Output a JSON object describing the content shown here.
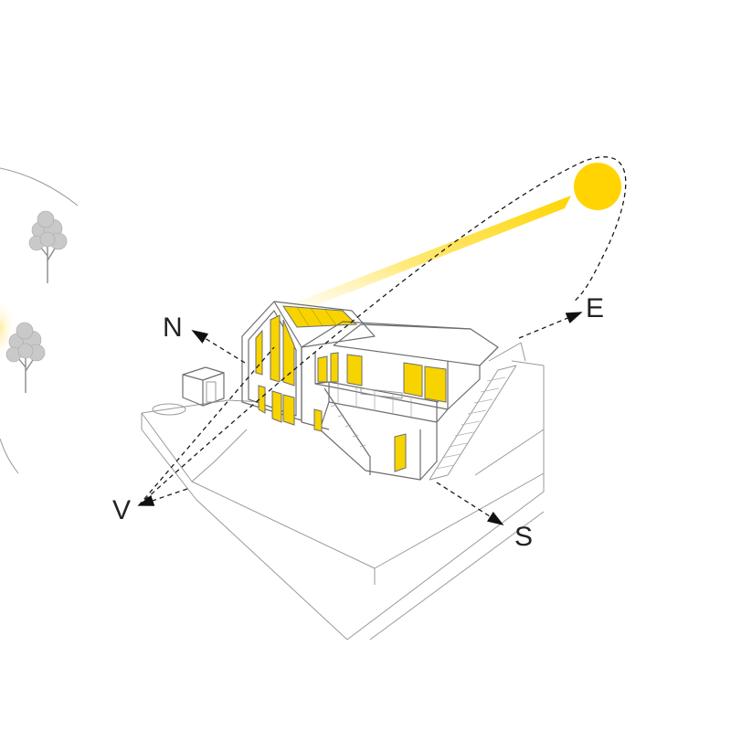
{
  "compass": {
    "north": "N",
    "east": "E",
    "south": "S",
    "west": "V"
  },
  "colors": {
    "sun": "#ffd400",
    "highlight": "#f7d400",
    "linework": "#9a9a9a",
    "arrow": "#111111"
  },
  "icons": [
    "sun-icon",
    "tree-icon"
  ]
}
